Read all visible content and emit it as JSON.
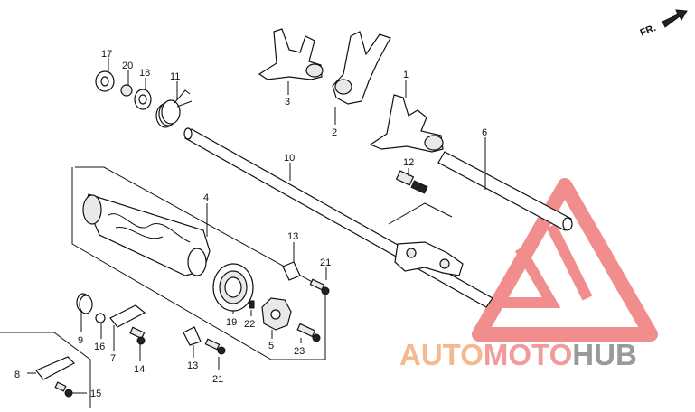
{
  "orientation": {
    "label": "FR."
  },
  "callouts": [
    {
      "id": "c1",
      "text": "1"
    },
    {
      "id": "c2",
      "text": "2"
    },
    {
      "id": "c3",
      "text": "3"
    },
    {
      "id": "c4",
      "text": "4"
    },
    {
      "id": "c5",
      "text": "5"
    },
    {
      "id": "c6",
      "text": "6"
    },
    {
      "id": "c7",
      "text": "7"
    },
    {
      "id": "c8",
      "text": "8"
    },
    {
      "id": "c9",
      "text": "9"
    },
    {
      "id": "c10",
      "text": "10"
    },
    {
      "id": "c11",
      "text": "11"
    },
    {
      "id": "c12",
      "text": "12"
    },
    {
      "id": "c13a",
      "text": "13"
    },
    {
      "id": "c13b",
      "text": "13"
    },
    {
      "id": "c14",
      "text": "14"
    },
    {
      "id": "c15",
      "text": "15"
    },
    {
      "id": "c16",
      "text": "16"
    },
    {
      "id": "c17",
      "text": "17"
    },
    {
      "id": "c18",
      "text": "18"
    },
    {
      "id": "c19",
      "text": "19"
    },
    {
      "id": "c20",
      "text": "20"
    },
    {
      "id": "c21a",
      "text": "21"
    },
    {
      "id": "c21b",
      "text": "21"
    },
    {
      "id": "c22",
      "text": "22"
    },
    {
      "id": "c23",
      "text": "23"
    }
  ],
  "watermark": {
    "part1": "AUTO",
    "part2": "MOTO",
    "part3": "HUB",
    "colors": {
      "auto": "#f4b98e",
      "moto": "#f39a9a",
      "hub": "#9a9a9a",
      "logo": "#f07a7a"
    }
  }
}
